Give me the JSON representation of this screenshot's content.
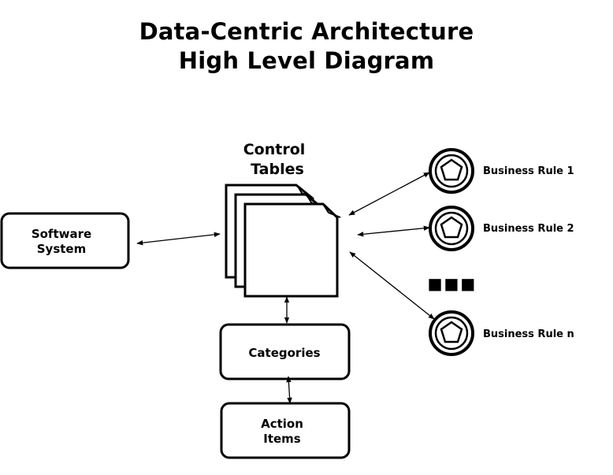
{
  "title": {
    "line1": "Data-Centric Architecture",
    "line2": "High Level Diagram"
  },
  "nodes": {
    "software_system": {
      "line1": "Software",
      "line2": "System"
    },
    "control_tables": {
      "line1": "Control",
      "line2": "Tables"
    },
    "categories": {
      "label": "Categories"
    },
    "action_items": {
      "line1": "Action",
      "line2": "Items"
    },
    "business_rules": [
      {
        "label": "Business Rule 1",
        "icon": "pentagon-icon"
      },
      {
        "label": "Business Rule 2",
        "icon": "pentagon-icon"
      },
      {
        "label": "Business Rule n",
        "icon": "pentagon-icon"
      }
    ],
    "ellipsis": "■■■"
  },
  "colors": {
    "stroke": "#000000",
    "fill": "#ffffff"
  }
}
